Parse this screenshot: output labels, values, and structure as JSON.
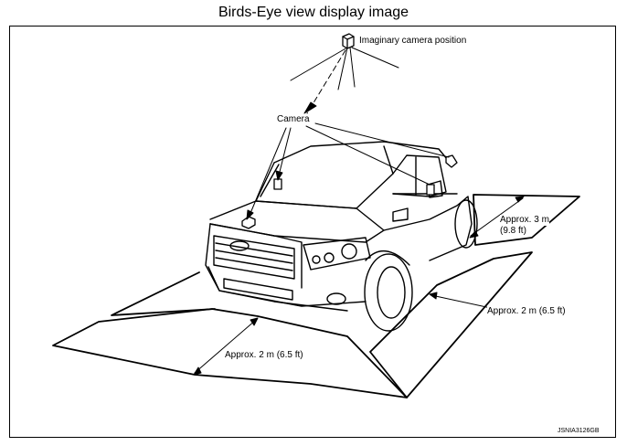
{
  "title": "Birds-Eye view display image",
  "labels": {
    "imaginary_camera": "Imaginary camera position",
    "camera": "Camera",
    "approx_3m_line1": "Approx. 3 m",
    "approx_3m_line2": "(9.8 ft)",
    "approx_2m_side": "Approx. 2 m (6.5 ft)",
    "approx_2m_front": "Approx. 2 m (6.5 ft)"
  },
  "figure_code": "JSNIA3126GB"
}
